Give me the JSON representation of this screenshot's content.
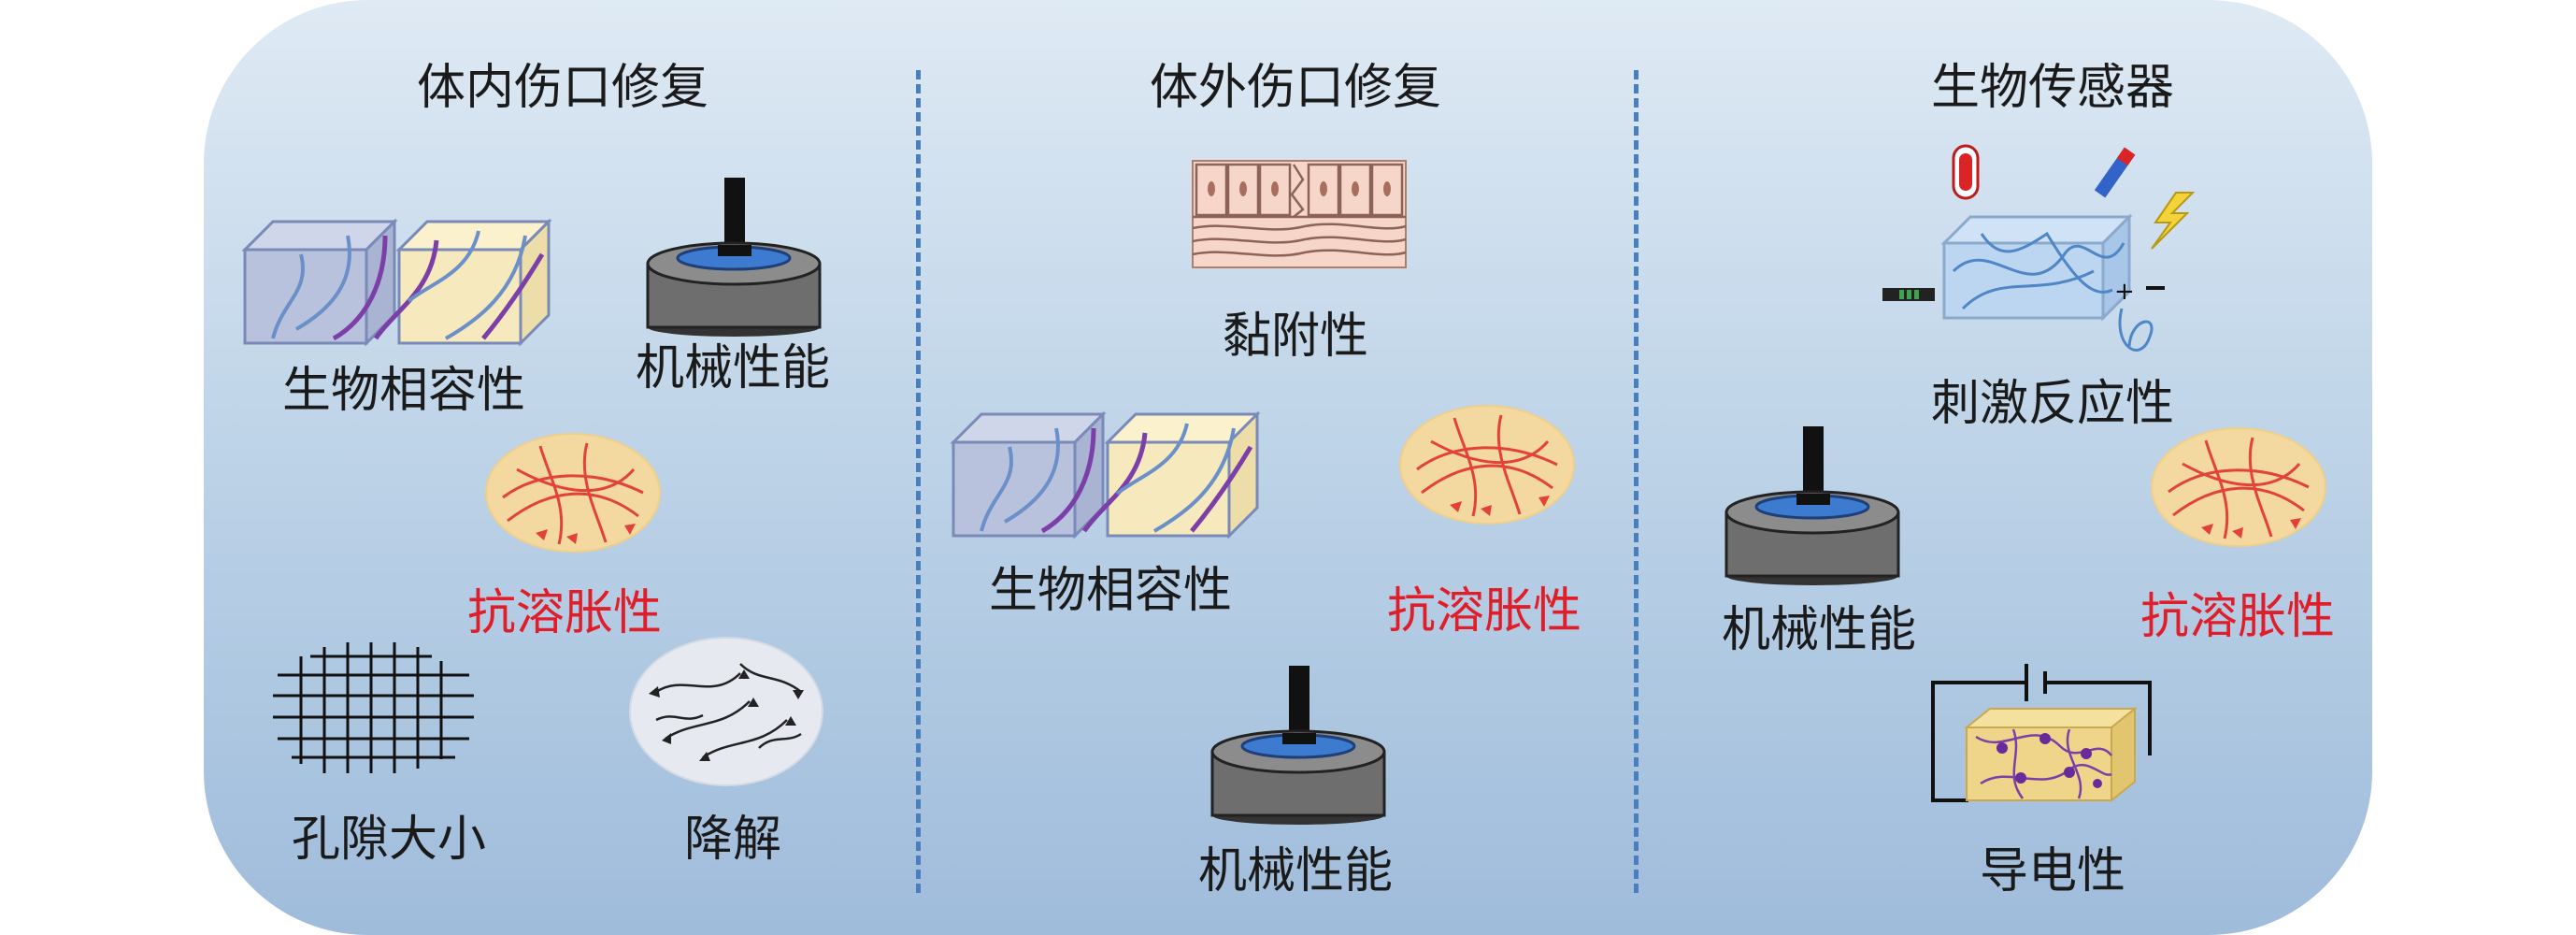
{
  "sections": [
    {
      "title": "体内伤口修复",
      "properties": [
        "生物相容性",
        "机械性能",
        "抗溶胀性",
        "孔隙大小",
        "降解"
      ]
    },
    {
      "title": "体外伤口修复",
      "properties": [
        "黏附性",
        "生物相容性",
        "抗溶胀性",
        "机械性能"
      ]
    },
    {
      "title": "生物传感器",
      "properties": [
        "刺激反应性",
        "机械性能",
        "抗溶胀性",
        "导电性"
      ]
    }
  ],
  "colors": {
    "panel_top": "#dfeaf4",
    "panel_bottom": "#9fbcdb",
    "highlight_text": "#e01e2a",
    "divider": "#4a7fbd"
  },
  "icons": [
    "gel-cube-pair-icon",
    "compression-test-icon",
    "swelling-disc-icon",
    "porous-mesh-icon",
    "degradation-disc-icon",
    "tissue-adhesion-icon",
    "stimuli-responsive-gel-icon",
    "conductive-circuit-icon"
  ]
}
